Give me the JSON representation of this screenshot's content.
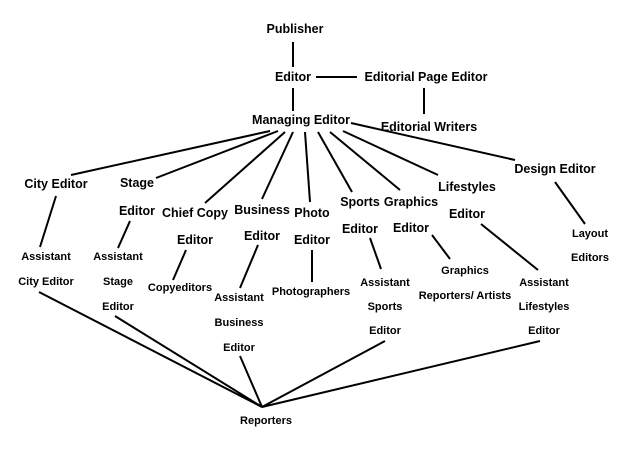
{
  "diagram": {
    "nodes": {
      "publisher": [
        "Publisher"
      ],
      "editor": [
        "Editor"
      ],
      "editorial_page_editor": [
        "Editorial Page Editor"
      ],
      "managing_editor": [
        "Managing Editor"
      ],
      "editorial_writers": [
        "Editorial Writers"
      ],
      "city_editor": [
        "City Editor"
      ],
      "stage_editor": [
        "Stage",
        "Editor"
      ],
      "chief_copy_editor": [
        "Chief Copy",
        "Editor"
      ],
      "business_editor": [
        "Business",
        "Editor"
      ],
      "photo_editor": [
        "Photo",
        "Editor"
      ],
      "sports_editor": [
        "Sports",
        "Editor"
      ],
      "graphics_editor": [
        "Graphics",
        "Editor"
      ],
      "lifestyles_editor": [
        "Lifestyles",
        "Editor"
      ],
      "design_editor": [
        "Design Editor"
      ],
      "assistant_city_editor": [
        "Assistant",
        "City Editor"
      ],
      "assistant_stage_editor": [
        "Assistant",
        "Stage",
        "Editor"
      ],
      "copyeditors": [
        "Copyeditors"
      ],
      "assistant_business_editor": [
        "Assistant",
        "Business",
        "Editor"
      ],
      "photographers": [
        "Photographers"
      ],
      "assistant_sports_editor": [
        "Assistant",
        "Sports",
        "Editor"
      ],
      "graphics_reporters_artists": [
        "Graphics",
        "Reporters/ Artists"
      ],
      "assistant_lifestyles_editor": [
        "Assistant",
        "Lifestyles",
        "Editor"
      ],
      "layout_editors": [
        "Layout",
        "Editors"
      ],
      "reporters": [
        "Reporters"
      ]
    },
    "edges": [
      [
        "publisher",
        "editor"
      ],
      [
        "editor",
        "editorial_page_editor"
      ],
      [
        "editorial_page_editor",
        "editorial_writers"
      ],
      [
        "editor",
        "managing_editor"
      ],
      [
        "managing_editor",
        "city_editor"
      ],
      [
        "managing_editor",
        "stage_editor"
      ],
      [
        "managing_editor",
        "chief_copy_editor"
      ],
      [
        "managing_editor",
        "business_editor"
      ],
      [
        "managing_editor",
        "photo_editor"
      ],
      [
        "managing_editor",
        "sports_editor"
      ],
      [
        "managing_editor",
        "graphics_editor"
      ],
      [
        "managing_editor",
        "lifestyles_editor"
      ],
      [
        "managing_editor",
        "design_editor"
      ],
      [
        "city_editor",
        "assistant_city_editor"
      ],
      [
        "stage_editor",
        "assistant_stage_editor"
      ],
      [
        "chief_copy_editor",
        "copyeditors"
      ],
      [
        "business_editor",
        "assistant_business_editor"
      ],
      [
        "photo_editor",
        "photographers"
      ],
      [
        "sports_editor",
        "assistant_sports_editor"
      ],
      [
        "graphics_editor",
        "graphics_reporters_artists"
      ],
      [
        "lifestyles_editor",
        "assistant_lifestyles_editor"
      ],
      [
        "design_editor",
        "layout_editors"
      ],
      [
        "assistant_city_editor",
        "reporters"
      ],
      [
        "assistant_stage_editor",
        "reporters"
      ],
      [
        "assistant_business_editor",
        "reporters"
      ],
      [
        "assistant_sports_editor",
        "reporters"
      ],
      [
        "assistant_lifestyles_editor",
        "reporters"
      ]
    ]
  }
}
